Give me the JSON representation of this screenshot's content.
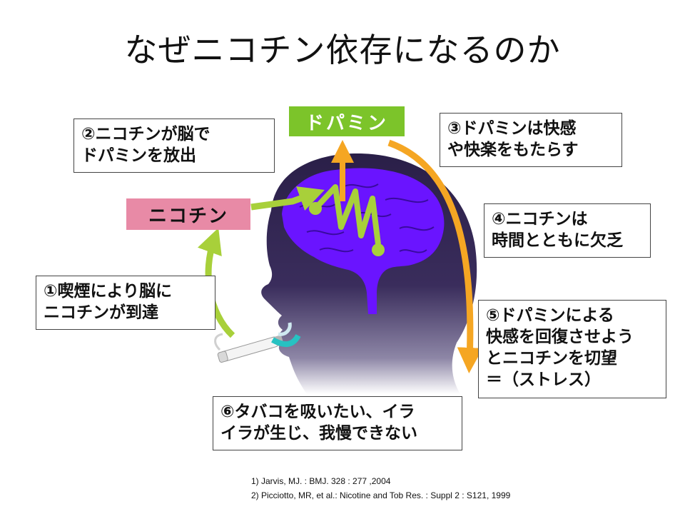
{
  "title": "なぜニコチン依存になるのか",
  "labels": {
    "dopamine": "ドパミン",
    "nicotine": "ニコチン"
  },
  "steps": [
    {
      "lines": [
        "①喫煙により脳に",
        "ニコチンが到達"
      ]
    },
    {
      "lines": [
        "②ニコチンが脳で",
        "ドパミンを放出"
      ]
    },
    {
      "lines": [
        "③ドパミンは快感",
        "や快楽をもたらす"
      ]
    },
    {
      "lines": [
        "④ニコチンは",
        "時間とともに欠乏"
      ]
    },
    {
      "lines": [
        "⑤ドパミンによる",
        "快感を回復させよう",
        "とニコチンを切望",
        "＝（ストレス）"
      ]
    },
    {
      "lines": [
        "⑥タバコを吸いたい、イラ",
        "イラが生じ、我慢できない"
      ]
    }
  ],
  "references": [
    "1) Jarvis, MJ. : BMJ. 328 : 277 ,2004",
    "2) Picciotto, MR, et al.: Nicotine and Tob Res. : Suppl 2 : S121, 1999"
  ],
  "colors": {
    "head": "#3a2d58",
    "brain": "#6a14ff",
    "dopamine_bg": "#7cc42a",
    "nicotine_bg": "#e88aa6",
    "green_arrow": "#a8d03a",
    "orange_arrow": "#f5a623"
  }
}
